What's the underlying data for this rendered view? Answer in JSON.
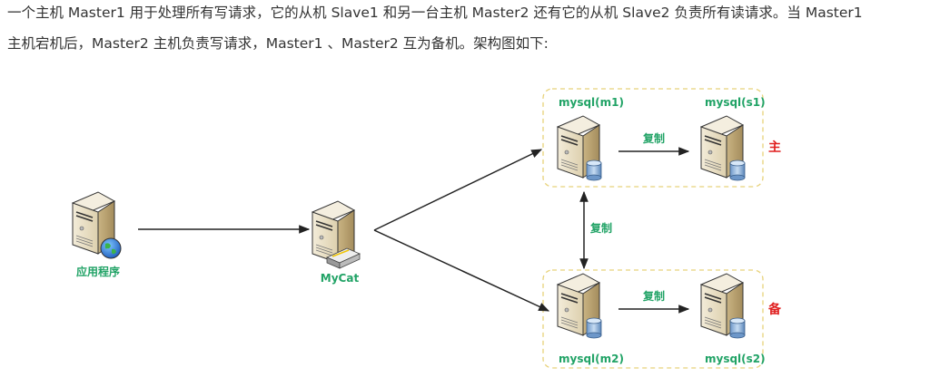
{
  "text": {
    "line1": "一个主机 Master1 用于处理所有写请求，它的从机 Slave1 和另一台主机 Master2 还有它的从机 Slave2 负责所有读请求。当 Master1",
    "line2": "主机宕机后，Master2 主机负责写请求，Master1 、Master2 互为备机。架构图如下:"
  },
  "diagram": {
    "nodes": {
      "app": {
        "label": "应用程序",
        "icon": "server-globe-icon"
      },
      "mycat": {
        "label": "MyCat",
        "icon": "server-router-icon"
      },
      "m1": {
        "label": "mysql(m1)",
        "icon": "server-database-icon"
      },
      "s1": {
        "label": "mysql(s1)",
        "icon": "server-database-icon"
      },
      "m2": {
        "label": "mysql(m2)",
        "icon": "server-database-icon"
      },
      "s2": {
        "label": "mysql(s2)",
        "icon": "server-database-icon"
      }
    },
    "groups": {
      "primary": {
        "tag": "主"
      },
      "backup": {
        "tag": "备"
      }
    },
    "edges": {
      "m1_s1": {
        "label": "复制"
      },
      "m2_s2": {
        "label": "复制"
      },
      "m1_m2": {
        "label": "复制"
      }
    },
    "colors": {
      "label_green": "#21a366",
      "tag_red": "#e02020",
      "group_border": "#e8d27a",
      "arrow": "#222222"
    }
  }
}
